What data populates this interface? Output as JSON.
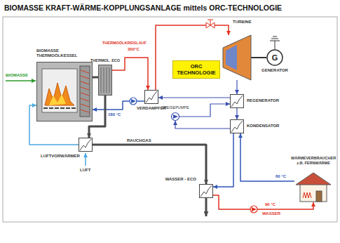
{
  "diagram": {
    "title": "BIOMASSE KRAFT-WÄRME-KOPPLUNGSANLAGE mittels ORC-TECHNOLOGIE",
    "nodes": [
      {
        "text": [
          "BIOMASSE THERMOÖLKESSEL"
        ]
      },
      {
        "text": [
          "THERMOL. ECO"
        ]
      },
      {
        "text": [
          "VERDAMPFER"
        ]
      },
      {
        "text": [
          "ORC TECHNOLOGIE"
        ]
      },
      {
        "text": [
          "TURBINE"
        ]
      },
      {
        "text": [
          "G",
          "GENERATOR"
        ]
      },
      {
        "text": [
          "REGENERATOR"
        ]
      },
      {
        "text": [
          "KONDENSATOR"
        ]
      },
      {
        "text": [
          "SPEISEPUMPE"
        ]
      },
      {
        "text": [
          "LUFTVORWÄRMER"
        ]
      },
      {
        "text": [
          "WASSER - ECO"
        ]
      },
      {
        "text": [
          "WÄRMEVERBRAUCHER z.B. FERNWÄRME"
        ]
      }
    ],
    "edges": [
      {
        "from": 0,
        "to": 1,
        "arrow": "none"
      },
      {
        "from": 1,
        "to": 2,
        "arrow": "to"
      },
      {
        "from": 2,
        "to": 0,
        "arrow": "to"
      },
      {
        "from": 2,
        "to": 4,
        "arrow": "to"
      },
      {
        "from": 4,
        "to": 6,
        "arrow": "to"
      },
      {
        "from": 6,
        "to": 7,
        "arrow": "to"
      },
      {
        "from": 7,
        "to": 8,
        "arrow": "to"
      },
      {
        "from": 8,
        "to": 6,
        "arrow": "to"
      },
      {
        "from": 6,
        "to": 2,
        "arrow": "to"
      },
      {
        "from": 4,
        "to": 5,
        "arrow": "none"
      },
      {
        "from": 1,
        "to": 9,
        "arrow": "to"
      },
      {
        "from": 9,
        "to": 10,
        "label": "RAUCHGAS",
        "arrow": "to"
      },
      {
        "from": 9,
        "to": 0,
        "arrow": "to"
      },
      {
        "from": 11,
        "to": 7,
        "arrow": "to"
      },
      {
        "from": 7,
        "to": 10,
        "arrow": "to"
      },
      {
        "from": 10,
        "to": 11,
        "arrow": "to"
      }
    ],
    "labels": [
      "BIOMASSE",
      "THERMOÖLKREISLAUF",
      "300°C",
      "180 °C",
      "LUFT",
      "60 °C",
      "90 °C",
      "WASSER"
    ]
  }
}
